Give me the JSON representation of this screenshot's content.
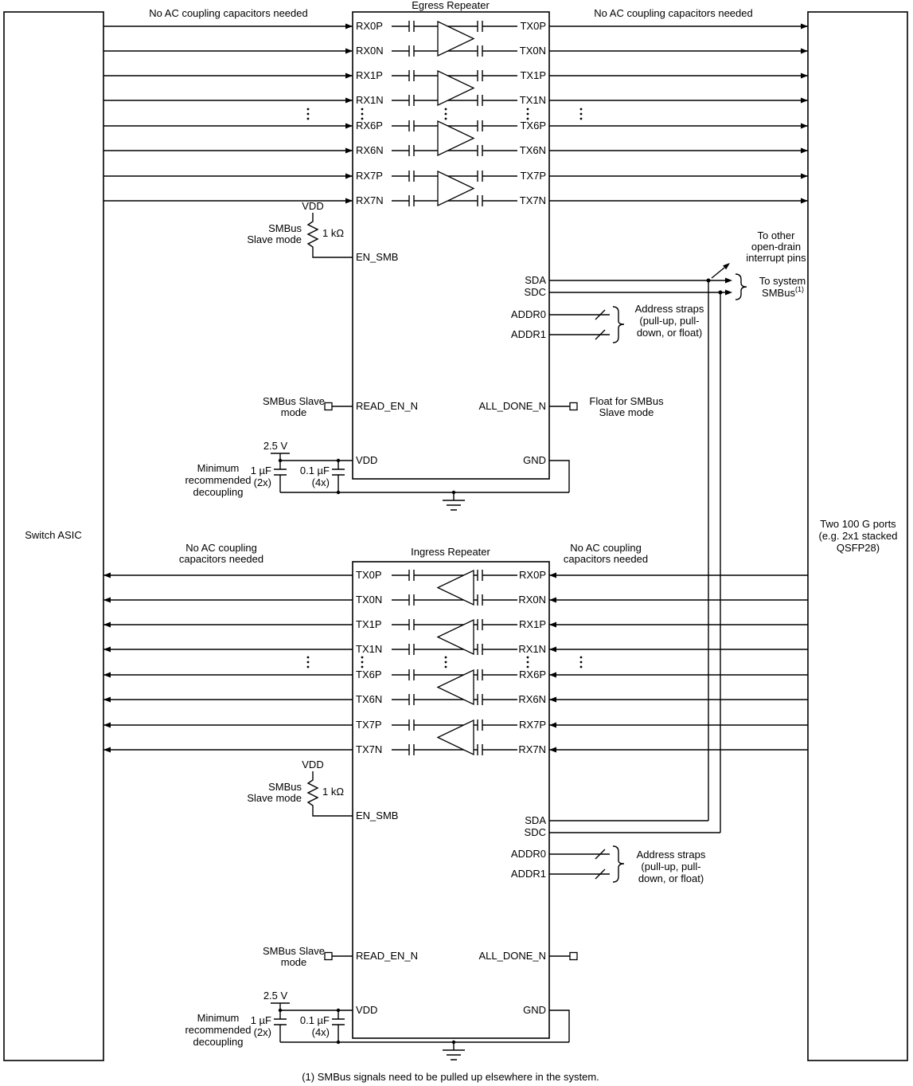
{
  "footnote": "(1) SMBus signals need to be pulled up elsewhere in the system.",
  "left_block": {
    "label": "Switch ASIC"
  },
  "right_block": {
    "label_lines": [
      "Two 100 G ports",
      "(e.g. 2x1 stacked",
      "QSFP28)"
    ]
  },
  "pins": {
    "en_smb": "EN_SMB",
    "read_en_n": "READ_EN_N",
    "vdd": "VDD",
    "gnd": "GND",
    "sda": "SDA",
    "sdc": "SDC",
    "addr0": "ADDR0",
    "addr1": "ADDR1",
    "all_done_n": "ALL_DONE_N"
  },
  "egress": {
    "title": "Egress Repeater",
    "no_ac_left": "No AC coupling capacitors needed",
    "no_ac_right": "No AC coupling capacitors needed",
    "rx_pins": [
      "RX0P",
      "RX0N",
      "RX1P",
      "RX1N",
      "RX6P",
      "RX6N",
      "RX7P",
      "RX7N"
    ],
    "tx_pins": [
      "TX0P",
      "TX0N",
      "TX1P",
      "TX1N",
      "TX6P",
      "TX6N",
      "TX7P",
      "TX7N"
    ]
  },
  "ingress": {
    "title": "Ingress Repeater",
    "no_ac_left_lines": [
      "No AC coupling",
      "capacitors needed"
    ],
    "no_ac_right_lines": [
      "No AC coupling",
      "capacitors needed"
    ],
    "tx_pins": [
      "TX0P",
      "TX0N",
      "TX1P",
      "TX1N",
      "TX6P",
      "TX6N",
      "TX7P",
      "TX7N"
    ],
    "rx_pins": [
      "RX0P",
      "RX0N",
      "RX1P",
      "RX1N",
      "RX6P",
      "RX6N",
      "RX7P",
      "RX7N"
    ]
  },
  "annotations": {
    "resistor_value": "1 kΩ",
    "smbus_slave_lines": [
      "SMBus",
      "Slave mode"
    ],
    "smbus_slave_mode_lines": [
      "SMBus Slave",
      "mode"
    ],
    "supply_voltage": "2.5 V",
    "cap_bulk_lines": [
      "1 µF",
      "(2x)"
    ],
    "cap_bypass_lines": [
      "0.1 µF",
      "(4x)"
    ],
    "decoupling_lines": [
      "Minimum",
      "recommended",
      "decoupling"
    ],
    "float_lines": [
      "Float for SMBus",
      "Slave mode"
    ],
    "addr_straps_lines": [
      "Address straps",
      "(pull-up, pull-",
      "down, or float)"
    ],
    "open_drain_lines": [
      "To other",
      "open-drain",
      "interrupt pins"
    ],
    "system_smbus_line1": "To system",
    "system_smbus_line2": "SMBus",
    "system_smbus_sup": "(1)"
  }
}
